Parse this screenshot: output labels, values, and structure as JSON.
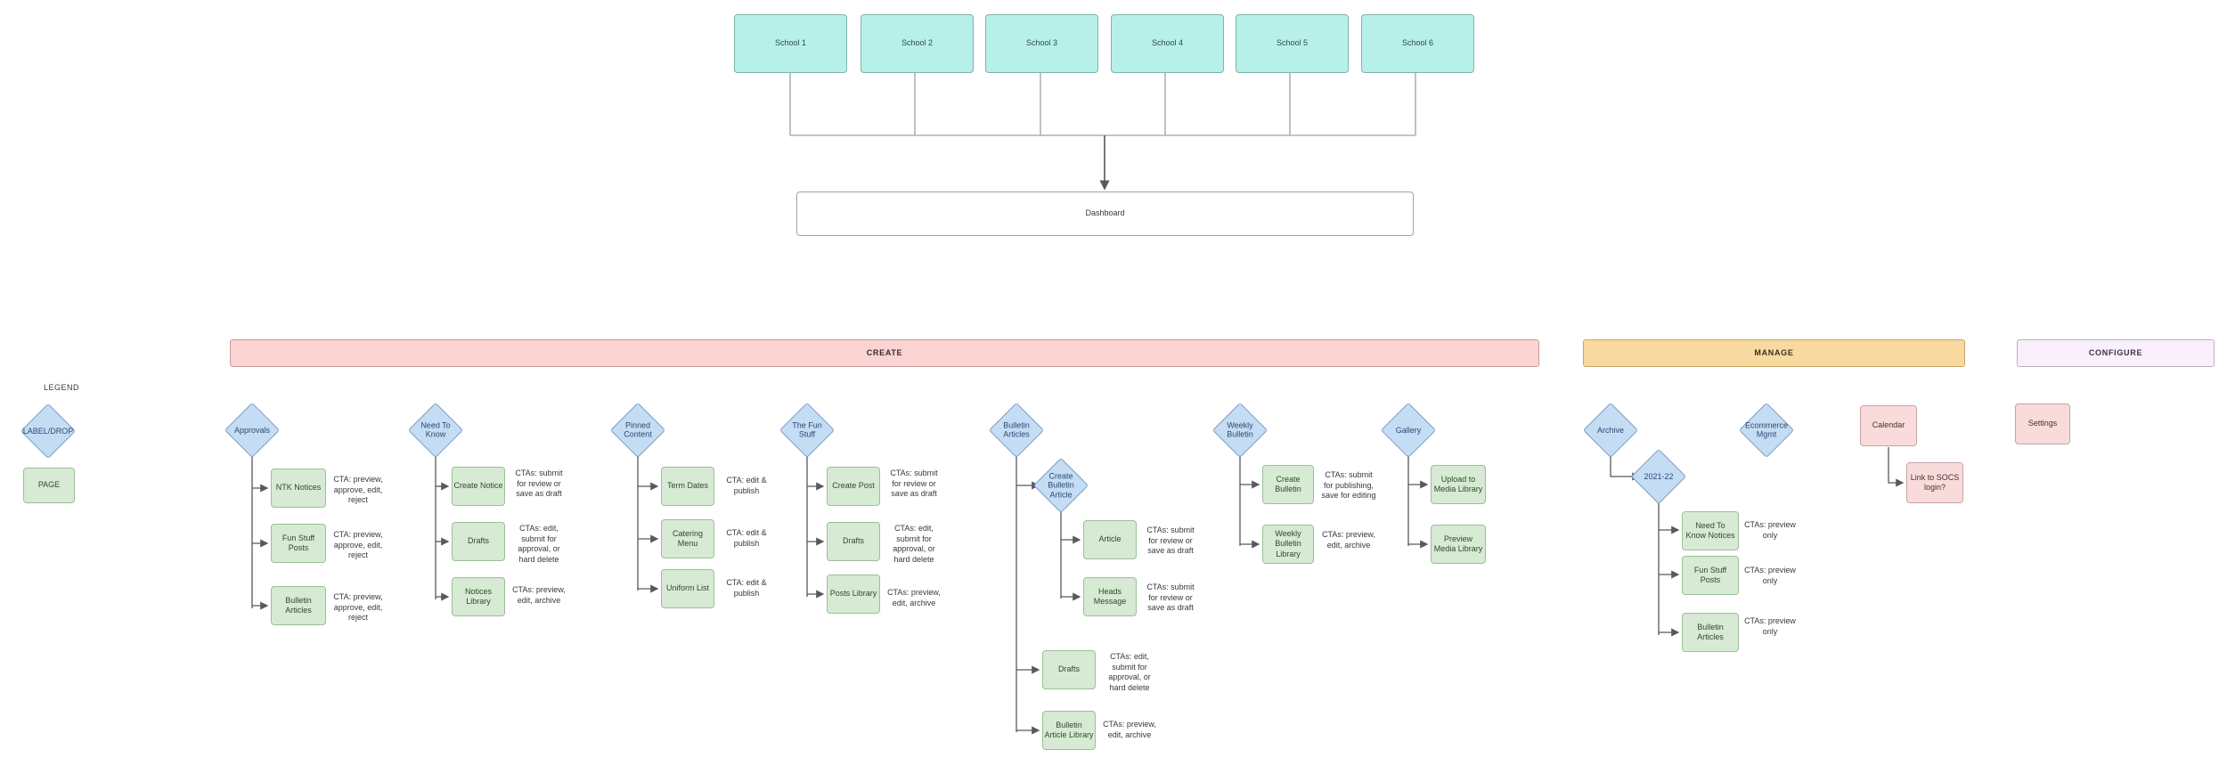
{
  "diagram": {
    "title": "CMS Site Map / User Flow",
    "colors": {
      "teal": "#b7f0e8",
      "green": "#d7ead4",
      "pink": "#fadbdb",
      "blue_diamond": "#c5dcf5",
      "banner_create": "#fbd3d3",
      "banner_manage": "#f8d9a0",
      "banner_configure": "#f9f0fb",
      "line": "#6e7477"
    }
  },
  "schools": [
    {
      "label": "School 1"
    },
    {
      "label": "School 2"
    },
    {
      "label": "School 3"
    },
    {
      "label": "School 4"
    },
    {
      "label": "School 5"
    },
    {
      "label": "School 6"
    }
  ],
  "dashboard": {
    "label": "Dashboard"
  },
  "legend": {
    "title": "LEGEND",
    "diamond_label": "LABEL/DROP",
    "page_label": "PAGE"
  },
  "banners": {
    "create": "CREATE",
    "manage": "MANAGE",
    "configure": "CONFIGURE"
  },
  "columns": {
    "approvals": {
      "head": "Approvals",
      "items": [
        {
          "label": "NTK Notices",
          "cta": "CTA: preview, approve, edit, reject"
        },
        {
          "label": "Fun Stuff\nPosts",
          "cta": "CTA: preview, approve, edit, reject"
        },
        {
          "label": "Bulletin\nArticles",
          "cta": "CTA: preview, approve, edit, reject"
        }
      ]
    },
    "need_to_know": {
      "head": "Need To\nKnow",
      "items": [
        {
          "label": "Create Notice",
          "cta": "CTAs: submit for review or save as draft"
        },
        {
          "label": "Drafts",
          "cta": "CTAs: edit, submit for approval, or hard delete"
        },
        {
          "label": "Notices\nLibrary",
          "cta": "CTAs: preview, edit, archive"
        }
      ]
    },
    "pinned_content": {
      "head": "Pinned\nContent",
      "items": [
        {
          "label": "Term Dates",
          "cta": "CTA: edit & publish"
        },
        {
          "label": "Catering\nMenu",
          "cta": "CTA: edit & publish"
        },
        {
          "label": "Uniform List",
          "cta": "CTA: edit & publish"
        }
      ]
    },
    "the_fun_stuff": {
      "head": "The Fun\nStuff",
      "items": [
        {
          "label": "Create Post",
          "cta": "CTAs: submit for review or save as draft"
        },
        {
          "label": "Drafts",
          "cta": "CTAs: edit, submit for approval, or hard delete"
        },
        {
          "label": "Posts Library",
          "cta": "CTAs: preview, edit, archive"
        }
      ]
    },
    "bulletin_articles": {
      "head": "Bulletin\nArticles",
      "sub_head": "Create\nBulletin\nArticle",
      "sub_items": [
        {
          "label": "Article",
          "cta": "CTAs: submit for review or save as draft"
        },
        {
          "label": "Heads\nMessage",
          "cta": "CTAs: submit for review or save as draft"
        }
      ],
      "items": [
        {
          "label": "Drafts",
          "cta": "CTAs: edit, submit for approval, or hard delete"
        },
        {
          "label": "Bulletin\nArticle Library",
          "cta": "CTAs: preview, edit, archive"
        }
      ]
    },
    "weekly_bulletin": {
      "head": "Weekly\nBulletin",
      "items": [
        {
          "label": "Create\nBulletin",
          "cta": "CTAs: submit for publishing, save for editing"
        },
        {
          "label": "Weekly\nBulletin\nLibrary",
          "cta": "CTAs: preview, edit, archive"
        }
      ]
    },
    "gallery": {
      "head": "Gallery",
      "items": [
        {
          "label": "Upload to\nMedia Library",
          "cta": ""
        },
        {
          "label": "Preview\nMedia Library",
          "cta": ""
        }
      ]
    },
    "archive": {
      "head": "Archive",
      "year": "2021-22",
      "items": [
        {
          "label": "Need To\nKnow Notices",
          "cta": "CTAs: preview only"
        },
        {
          "label": "Fun Stuff\nPosts",
          "cta": "CTAs: preview only"
        },
        {
          "label": "Bulletin\nArticles",
          "cta": "CTAs: preview only"
        }
      ]
    },
    "ecommerce": {
      "head": "Ecommerce\nMgmt"
    },
    "calendar": {
      "label": "Calendar",
      "child": "Link to SOCS\nlogin?"
    },
    "settings": {
      "label": "Settings"
    }
  }
}
